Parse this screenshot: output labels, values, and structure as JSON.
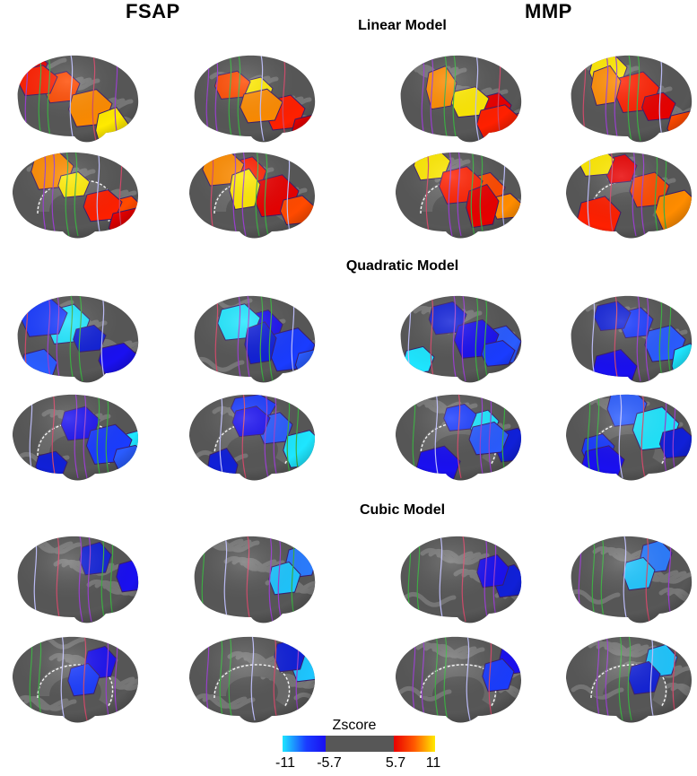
{
  "headers": {
    "left": "FSAP",
    "right": "MMP"
  },
  "models": [
    {
      "title": "Linear Model",
      "fsap": [
        "hot",
        "hot",
        "hot",
        "hot"
      ],
      "mmp": [
        "hot",
        "hot",
        "hot",
        "hot"
      ]
    },
    {
      "title": "Quadratic Model",
      "fsap": [
        "cold",
        "cold",
        "cold",
        "cold"
      ],
      "mmp": [
        "cold",
        "cold",
        "cold",
        "cold"
      ]
    },
    {
      "title": "Cubic Model",
      "fsap": [
        "cold-sparse",
        "cold-sparse",
        "cold-sparse",
        "cold-sparse"
      ],
      "mmp": [
        "cold-sparse",
        "cold-sparse",
        "cold-sparse",
        "cold-sparse"
      ]
    }
  ],
  "colorbar": {
    "title": "Zscore",
    "ticks": [
      "-11",
      "-5.7",
      "5.7",
      "11"
    ],
    "tick_values": [
      -11,
      -5.7,
      5.7,
      11
    ],
    "colors": {
      "cold_min": "#1ee6ff",
      "cold_max": "#1a10f0",
      "neutral": "#575757",
      "hot_min": "#e80000",
      "hot_max": "#ffea00"
    }
  }
}
